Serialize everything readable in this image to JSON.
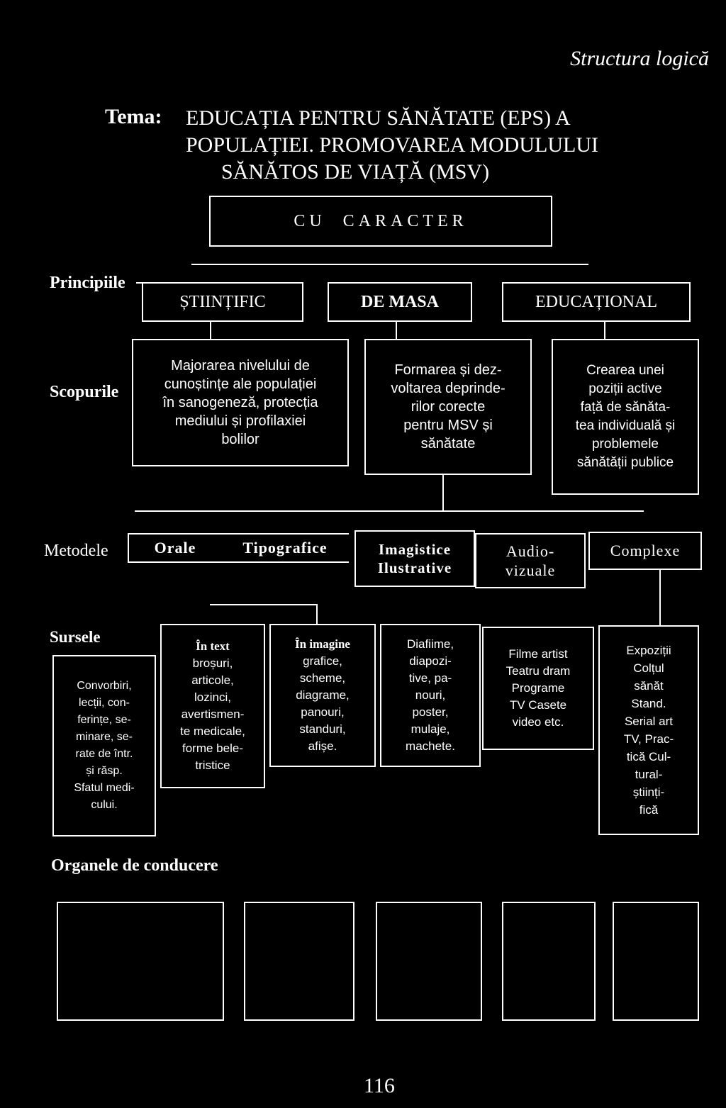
{
  "header": {
    "section_title": "Structura logică"
  },
  "theme": {
    "label": "Tema:",
    "title_lines": [
      "EDUCAȚIA PENTRU SĂNĂTATE (EPS) A",
      "POPULAȚIEI. PROMOVAREA MODULULUI",
      "SĂNĂTOS DE VIAȚĂ (MSV)"
    ]
  },
  "character_box": "CU  CARACTER",
  "principles": {
    "label": "Principiile",
    "items": [
      "ȘTIINȚIFIC",
      "DE MASA",
      "EDUCAȚIONAL"
    ]
  },
  "goals": {
    "label": "Scopurile",
    "items": [
      [
        "Majorarea nivelului de",
        "cunoștințe ale populației",
        "în sanogeneză, protecția",
        "mediului și profilaxiei",
        "bolilor"
      ],
      [
        "Formarea și dez-",
        "voltarea deprinde-",
        "rilor corecte",
        "pentru MSV și",
        "sănătate"
      ],
      [
        "Crearea unei",
        "poziții active",
        "față de sănăta-",
        "tea individuală și",
        "problemele",
        "sănătății publice"
      ]
    ]
  },
  "methods": {
    "label": "Metodele",
    "items": [
      [
        "Orale"
      ],
      [
        "Tipografice"
      ],
      [
        "Imagistice",
        "Ilustrative"
      ],
      [
        "Audio-",
        "vizuale"
      ],
      [
        "Complexe"
      ]
    ]
  },
  "sources": {
    "label": "Sursele",
    "items": [
      {
        "heading": "",
        "lines": [
          "Convorbiri,",
          "lecții, con-",
          "ferințe, se-",
          "minare, se-",
          "rate de într.",
          "și răsp.",
          "Sfatul medi-",
          "cului."
        ]
      },
      {
        "heading": "În text",
        "lines": [
          "broșuri,",
          "articole,",
          "lozinci,",
          "avertismen-",
          "te medicale,",
          "forme bele-",
          "tristice"
        ]
      },
      {
        "heading": "În imagine",
        "lines": [
          "grafice,",
          "scheme,",
          "diagrame,",
          "panouri,",
          "standuri,",
          "afișe."
        ]
      },
      {
        "heading": "",
        "lines": [
          "Diafiime,",
          "diapozi-",
          "tive, pa-",
          "nouri,",
          "poster,",
          "mulaje,",
          "machete."
        ]
      },
      {
        "heading": "",
        "lines": [
          "Filme artist",
          "Teatru dram",
          "Programe",
          "TV Casete",
          "video etc."
        ]
      },
      {
        "heading": "",
        "lines": [
          "Expoziții",
          "Colțul",
          "sănăt",
          "Stand.",
          "Serial art",
          "TV, Prac-",
          "tică Cul-",
          "tural-",
          "științi-",
          "fică"
        ]
      }
    ]
  },
  "management": {
    "label": "Organele de conducere"
  },
  "page_number": "116"
}
